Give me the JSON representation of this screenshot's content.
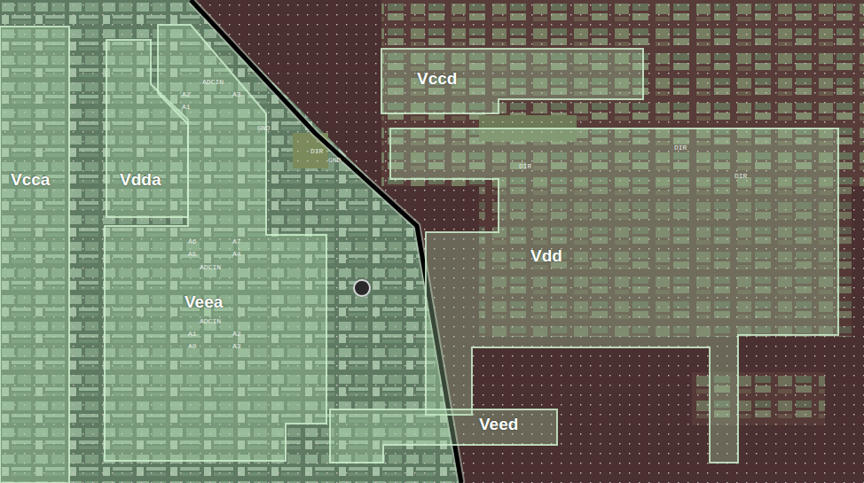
{
  "diagram": {
    "nodes": [
      {
        "text": [
          "Vcca"
        ]
      },
      {
        "text": [
          "Vdda"
        ]
      },
      {
        "text": [
          "Veea"
        ]
      },
      {
        "text": [
          "Vccd"
        ]
      },
      {
        "text": [
          "Vdd"
        ]
      },
      {
        "text": [
          "Veed"
        ]
      }
    ],
    "labels": [
      "ADCIN",
      "A2",
      "A3",
      "A1",
      "GND",
      "DIR",
      "GND",
      "A6",
      "A7",
      "A5",
      "A4",
      "ADCIN",
      "ADCIN",
      "A1",
      "A2",
      "A0",
      "A3",
      "DIR",
      "DIR",
      "DIR"
    ]
  }
}
